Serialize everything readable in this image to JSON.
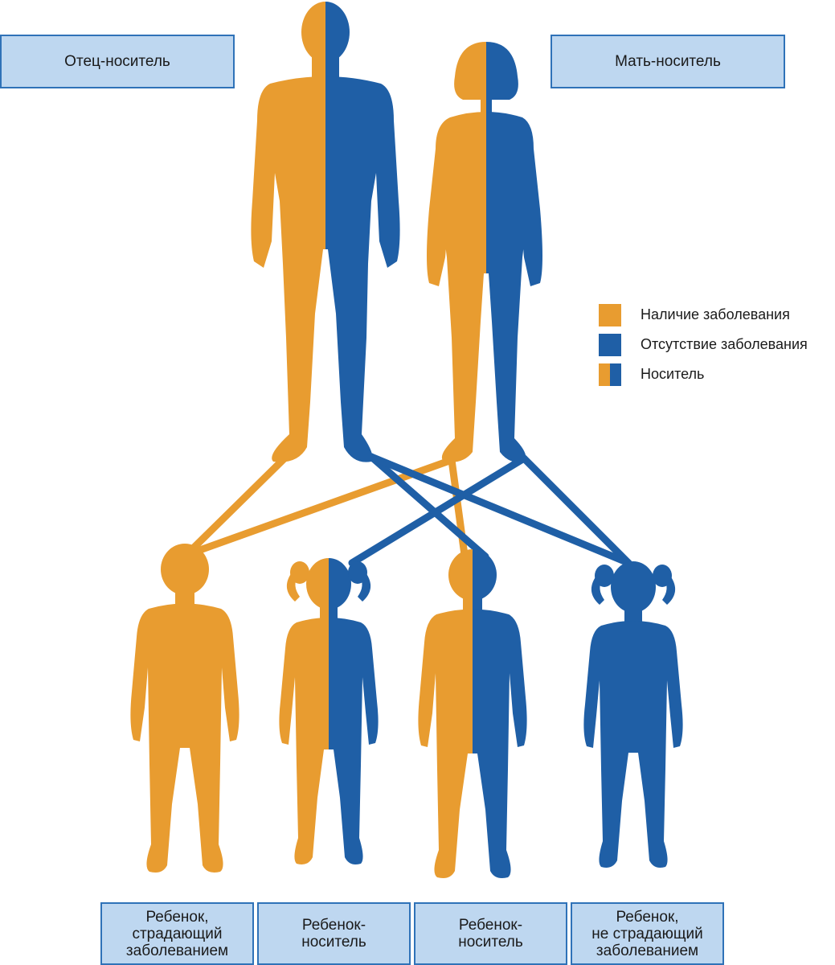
{
  "colors": {
    "affected": "#e89c30",
    "unaffected": "#1f5fa6",
    "box_fill": "#bed7f0",
    "box_border": "#2f72b8"
  },
  "parents": {
    "father_label": "Отец-носитель",
    "mother_label": "Мать-носитель"
  },
  "legend": {
    "items": [
      {
        "label": "Наличие заболевания",
        "swatch": "affected"
      },
      {
        "label": "Отсутствие заболевания",
        "swatch": "unaffected"
      },
      {
        "label": "Носитель",
        "swatch": "carrier"
      }
    ]
  },
  "children": [
    {
      "label": "Ребенок,\nстрадающий\nзаболеванием",
      "status": "affected",
      "sex": "male"
    },
    {
      "label": "Ребенок-\nноситель",
      "status": "carrier",
      "sex": "female"
    },
    {
      "label": "Ребенок-\nноситель",
      "status": "carrier",
      "sex": "male"
    },
    {
      "label": "Ребенок,\nне страдающий\nзаболеванием",
      "status": "unaffected",
      "sex": "female"
    }
  ]
}
